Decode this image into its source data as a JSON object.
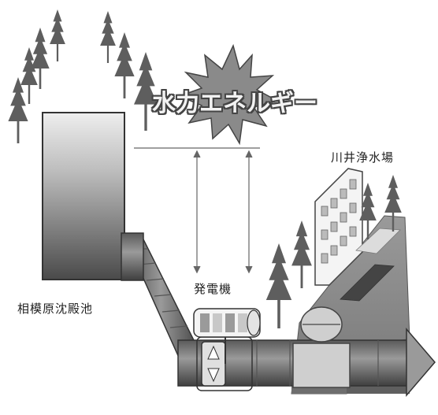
{
  "labels": {
    "hydro_energy": "水力エネルギー",
    "water_plant": "川井浄水場",
    "generator": "発電機",
    "settling_pond": "相模原沈殿池"
  },
  "colors": {
    "tree": "#666666",
    "pipe": "#777777",
    "pond_top": "#e6e6e6",
    "pond_bottom": "#4a4a4a",
    "ground": "#8a8a8a",
    "building": "#f2f2f2"
  },
  "icons": [
    "tree-icon",
    "explosion-burst-icon",
    "generator-icon",
    "turbine-icon",
    "arrow-right-icon"
  ]
}
